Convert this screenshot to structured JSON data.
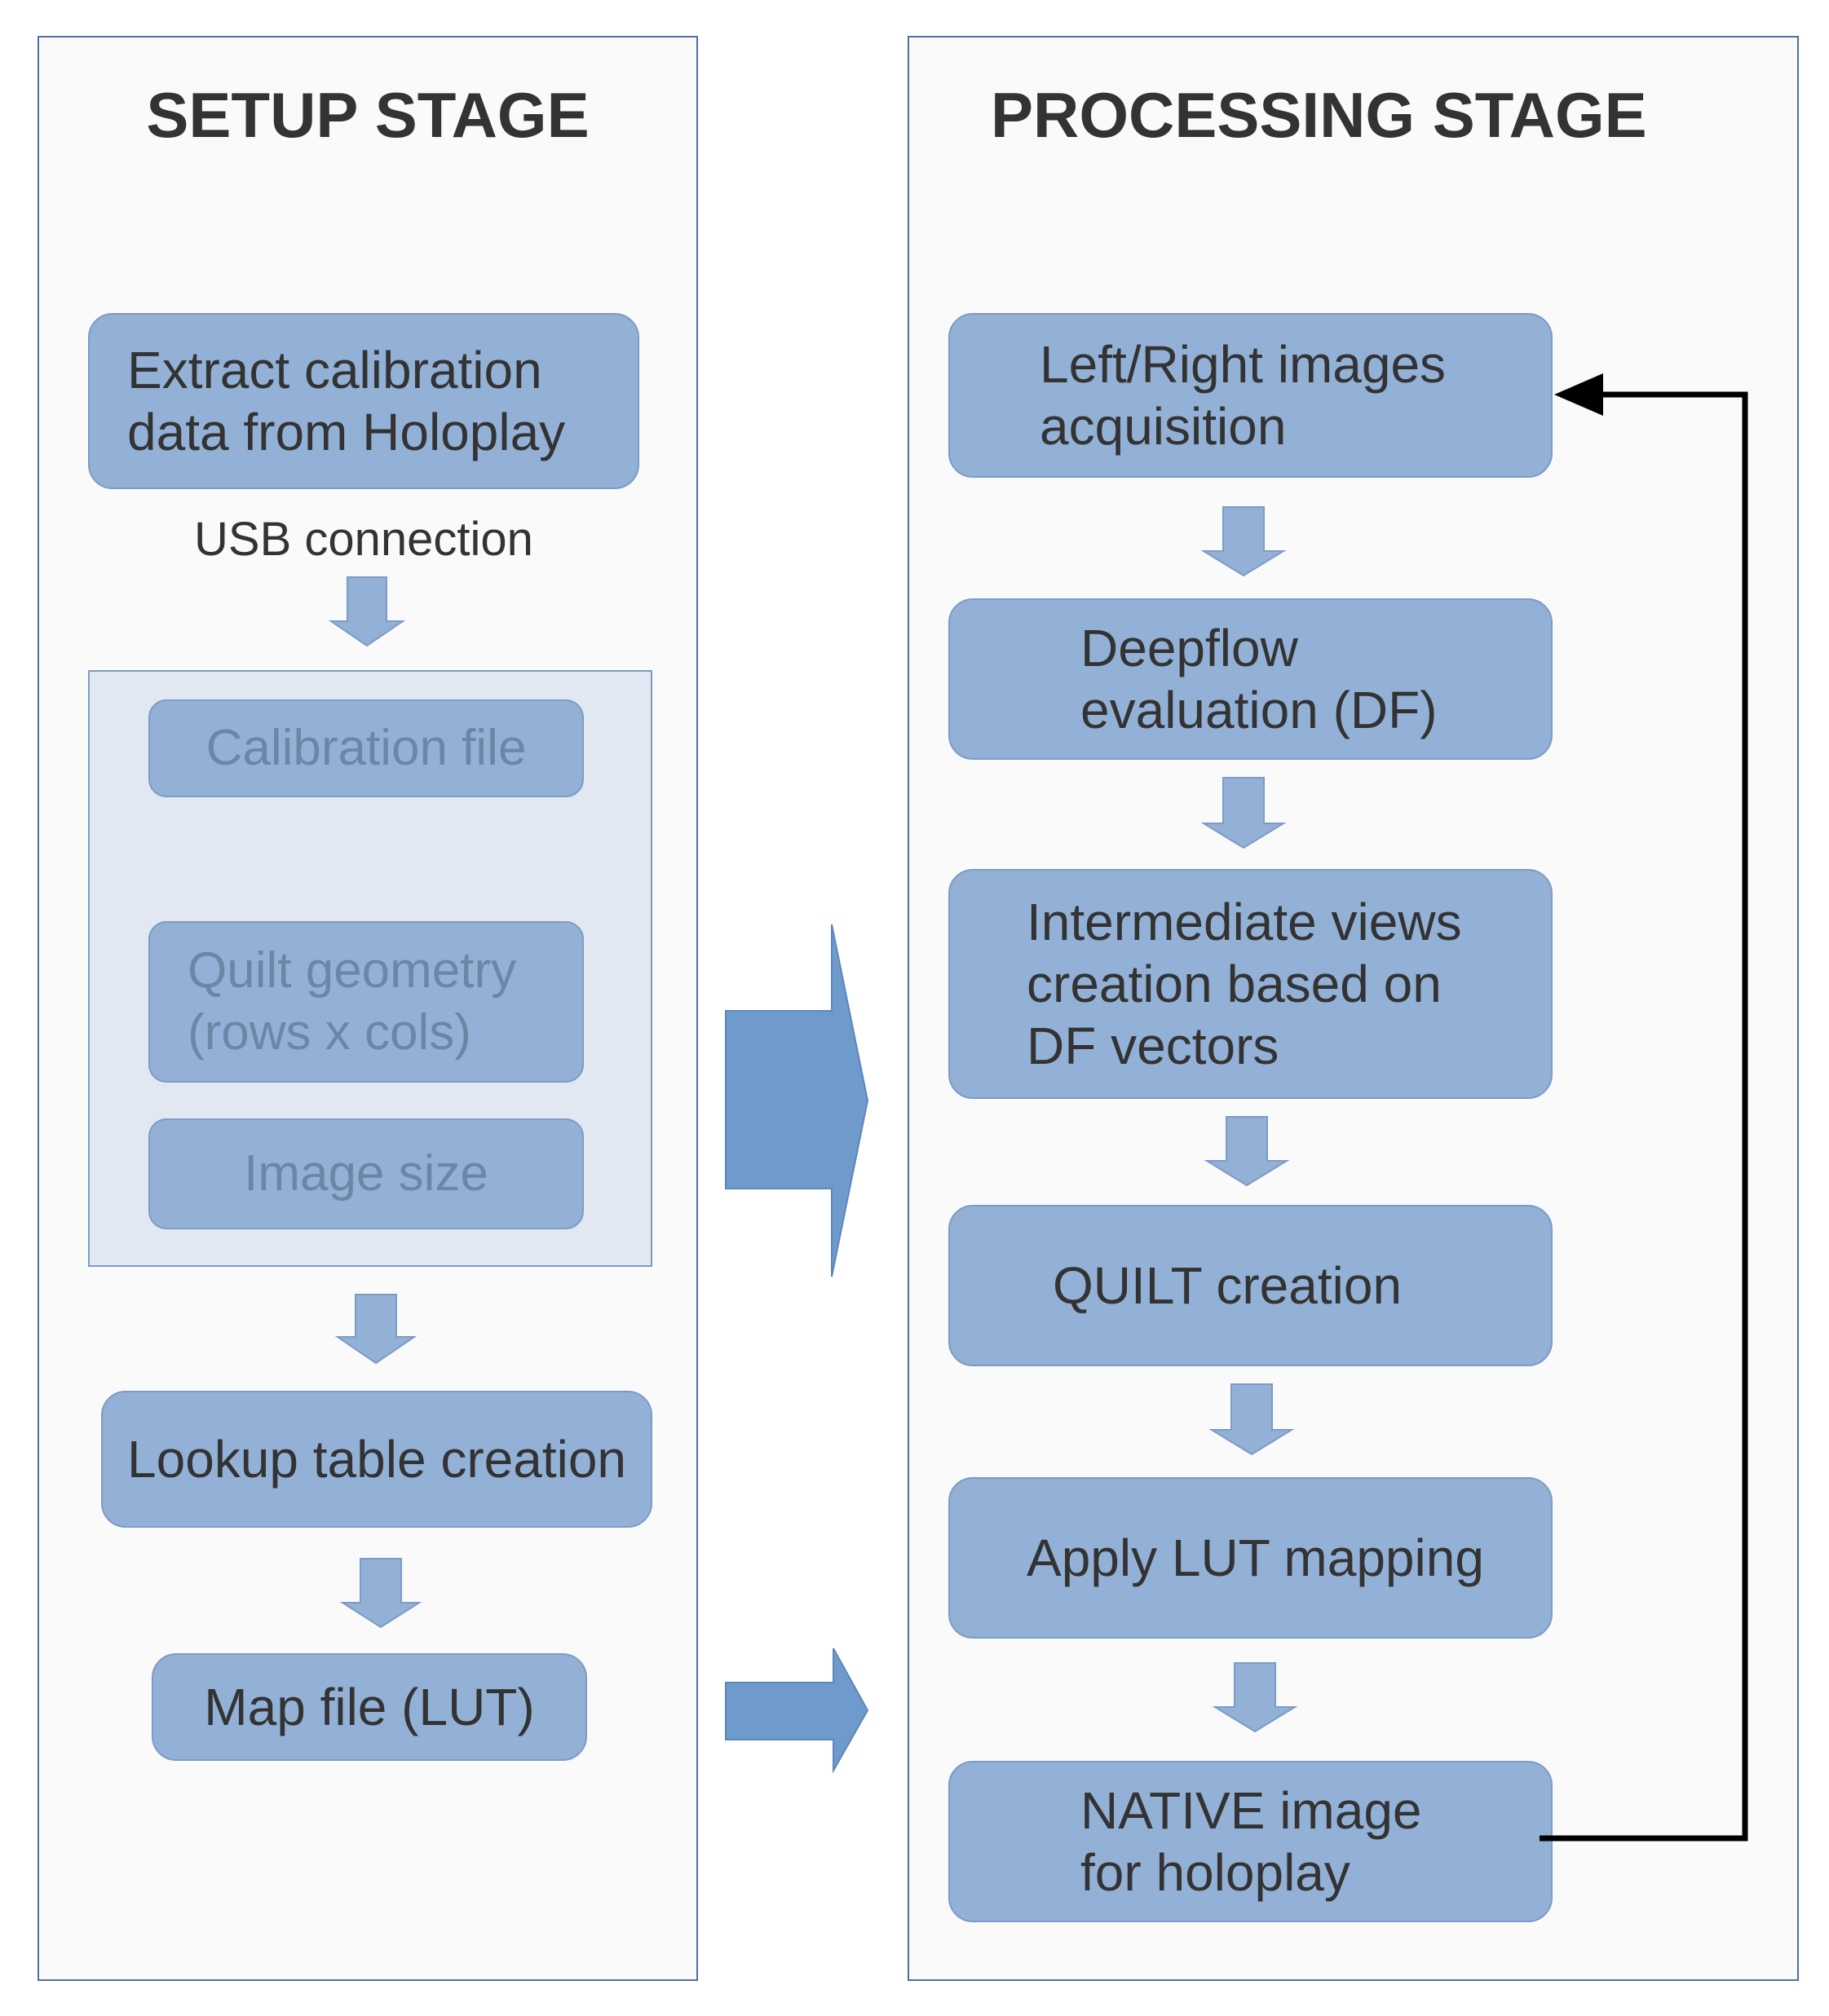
{
  "setup": {
    "title": "SETUP STAGE",
    "extract": "Extract calibration\ndata from Holoplay",
    "usb_label": "USB connection",
    "calibration_file": "Calibration file",
    "quilt_geometry": "Quilt geometry\n(rows x cols)",
    "image_size": "Image size",
    "lookup": "Lookup table creation",
    "map_file": "Map file (LUT)"
  },
  "processing": {
    "title": "PROCESSING STAGE",
    "steps": [
      "Left/Right images\nacquisition",
      "Deepflow\nevaluation (DF)",
      "Intermediate views\ncreation based on\nDF vectors",
      "QUILT creation",
      "Apply LUT mapping",
      "NATIVE image\nfor holoplay"
    ]
  },
  "colors": {
    "box_fill": "#93b1d6",
    "box_border": "#7c9bc6",
    "group_fill": "#e1e8f2",
    "panel_border": "#4f6fa6",
    "big_arrow": "#6f9bcc",
    "feedback": "#000000"
  }
}
